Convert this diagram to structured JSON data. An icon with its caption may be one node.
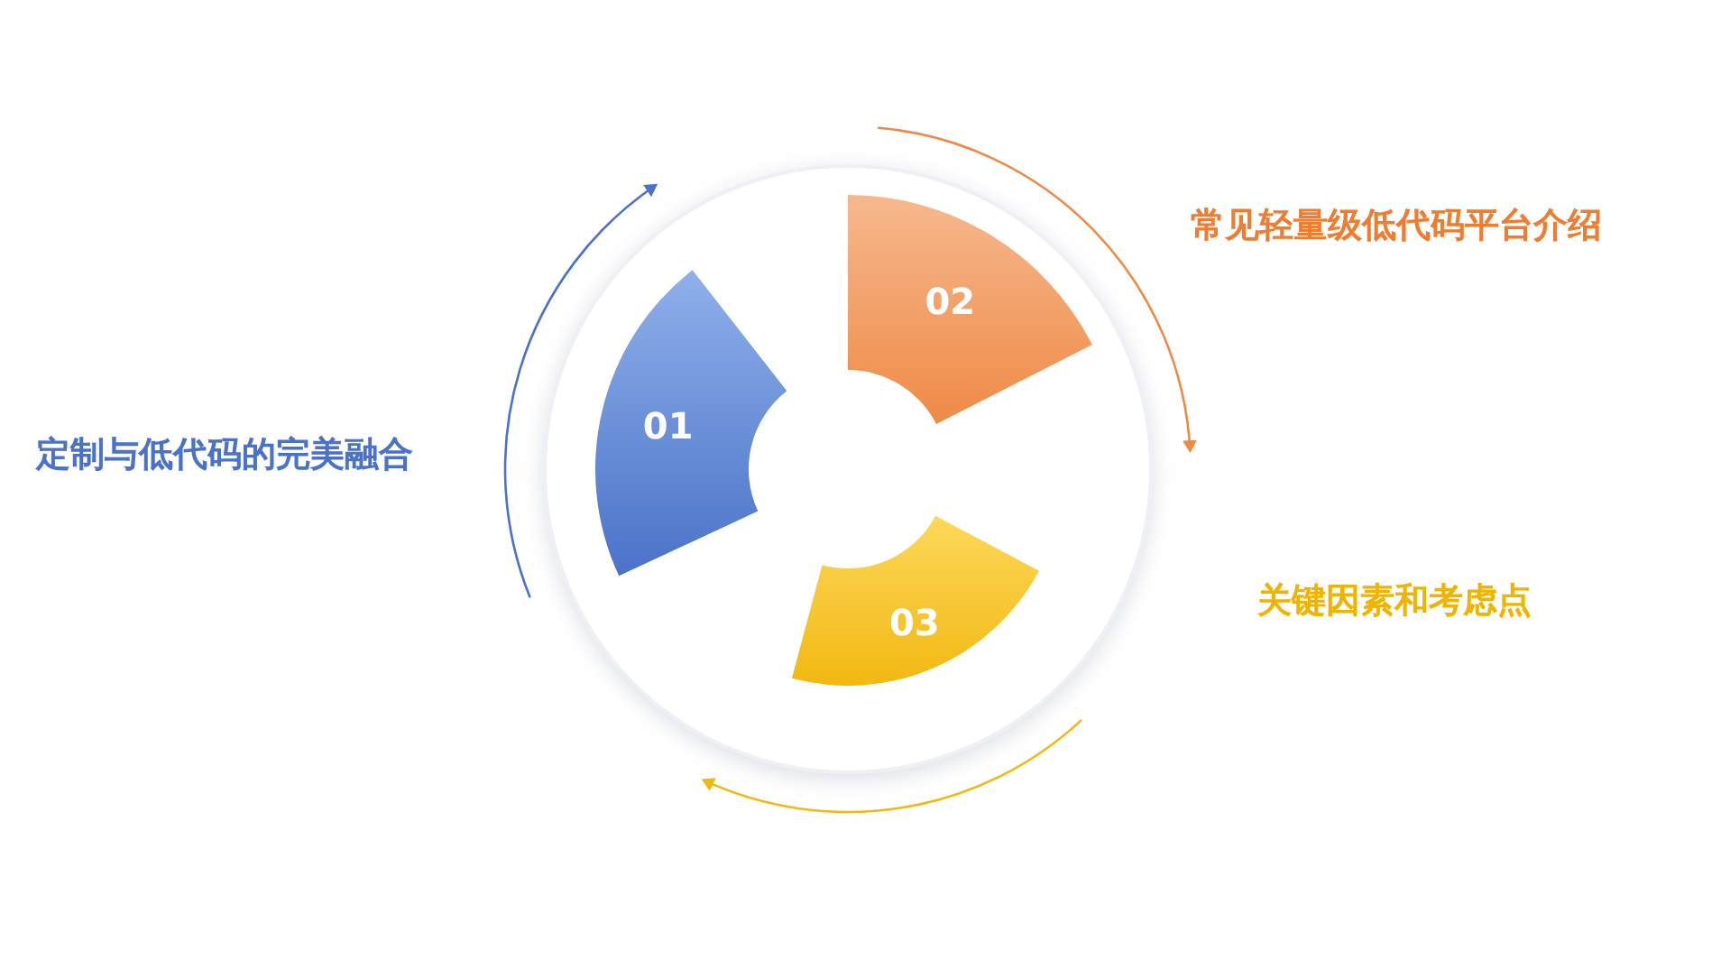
{
  "diagram": {
    "nodes": [
      {
        "text": [
          "01"
        ]
      },
      {
        "text": [
          "02"
        ]
      },
      {
        "text": [
          "03"
        ]
      }
    ],
    "labels": [
      "常见轻量级低代码平台介绍",
      "定制与低代码的完美融合",
      "关键因素和考虑点"
    ]
  }
}
